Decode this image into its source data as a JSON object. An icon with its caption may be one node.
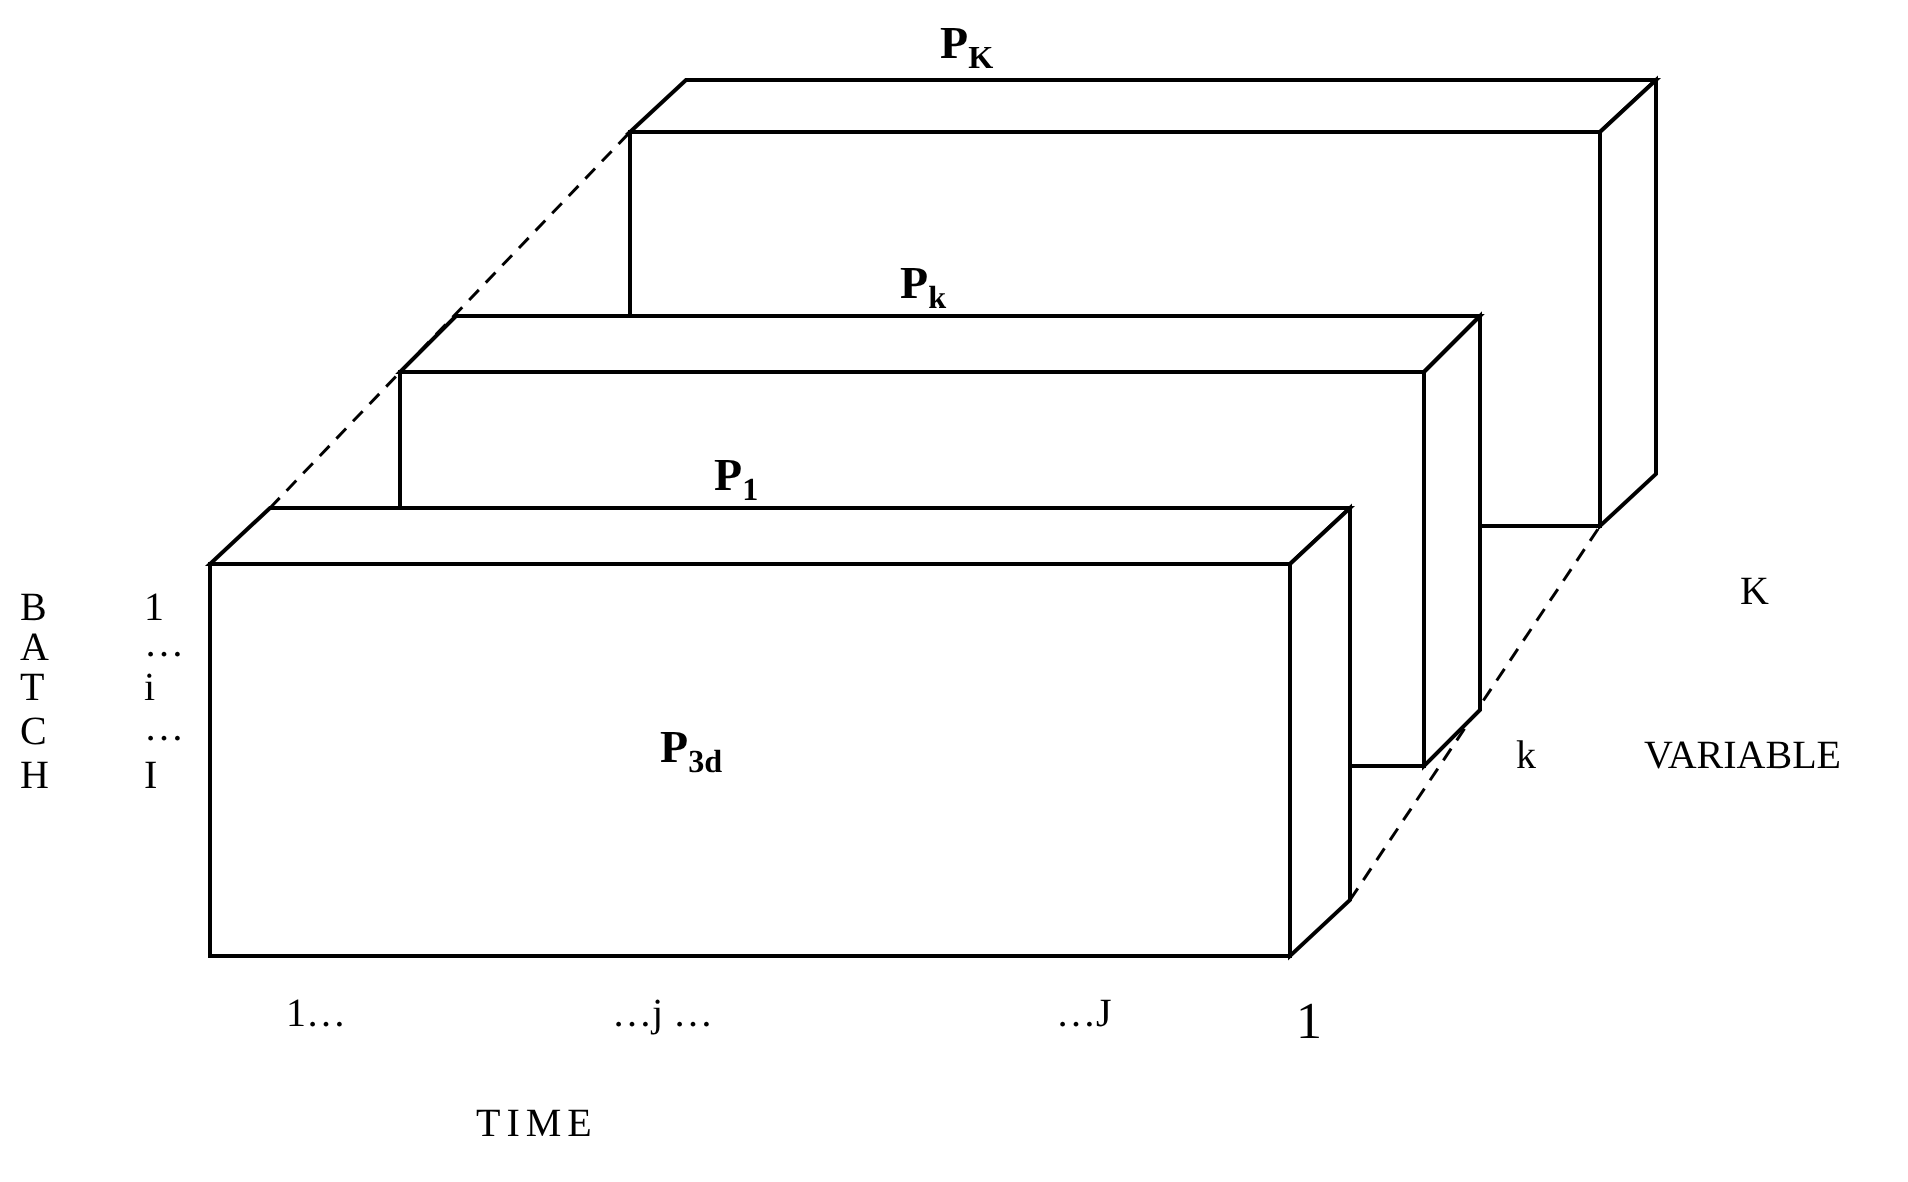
{
  "diagram": {
    "labels": [
      "P$_{K}$",
      "P$_{k}$",
      "P$_{1}$",
      "K",
      "B",
      "1",
      "A",
      "…",
      "T",
      "i",
      "P$_{3d}$",
      "k",
      "VARIABLE",
      "C",
      "…",
      "H",
      "I",
      "1…",
      "…j …",
      "…J",
      "1",
      "TIME"
    ]
  }
}
